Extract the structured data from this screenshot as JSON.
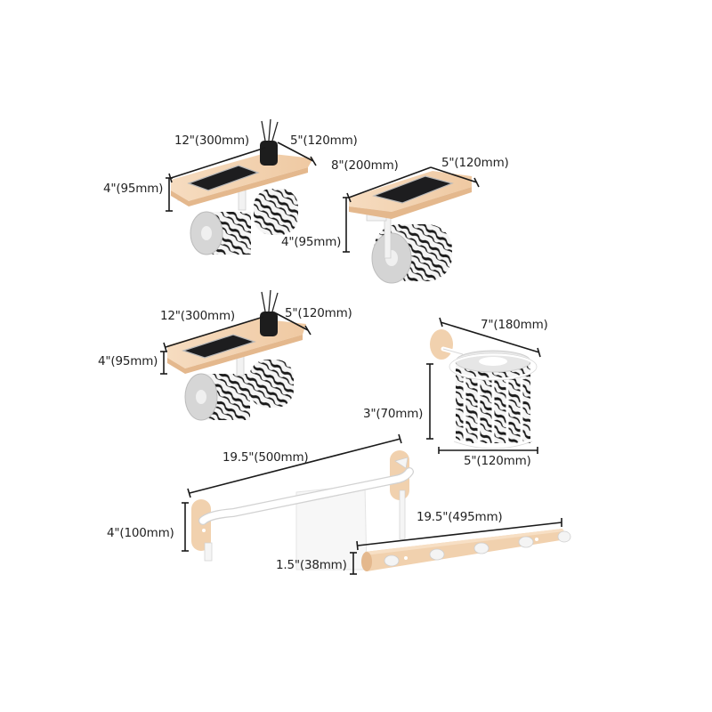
{
  "image": {
    "background": "#ffffff",
    "description": "Bathroom hardware set with dimension callouts",
    "colors": {
      "wood": "#f1d1ae",
      "wood_edge": "#e4b88d",
      "metal_white": "#f2f2f2",
      "dimension_line": "#1a1a1a",
      "label_text": "#222222",
      "zebra_dark": "#1a1a1a",
      "phone": "#1d1d1f"
    }
  },
  "products": [
    {
      "id": "double-roll-shelf-top",
      "name": "Double toilet paper holder with shelf",
      "dimensions": {
        "length": "12\"(300mm)",
        "depth": "5\"(120mm)",
        "height": "4\"(95mm)"
      }
    },
    {
      "id": "single-roll-shelf",
      "name": "Single toilet paper holder with shelf",
      "dimensions": {
        "length": "8\"(200mm)",
        "depth": "5\"(120mm)",
        "height": "4\"(95mm)"
      }
    },
    {
      "id": "double-roll-shelf-middle",
      "name": "Double toilet paper holder with shelf",
      "dimensions": {
        "length": "12\"(300mm)",
        "depth": "5\"(120mm)",
        "height": "4\"(95mm)"
      }
    },
    {
      "id": "basket-roll-holder",
      "name": "Wire basket toilet roll holder",
      "dimensions": {
        "length": "7\"(180mm)",
        "height": "3\"(70mm)",
        "width": "5\"(120mm)"
      }
    },
    {
      "id": "towel-bar",
      "name": "Towel bar with hooks",
      "dimensions": {
        "length": "19.5\"(500mm)",
        "height": "4\"(100mm)"
      }
    },
    {
      "id": "hook-rail",
      "name": "Wooden hook rail, 5 hooks",
      "hook_count": 5,
      "dimensions": {
        "length": "19.5\"(495mm)",
        "height": "1.5\"(38mm)"
      }
    }
  ]
}
